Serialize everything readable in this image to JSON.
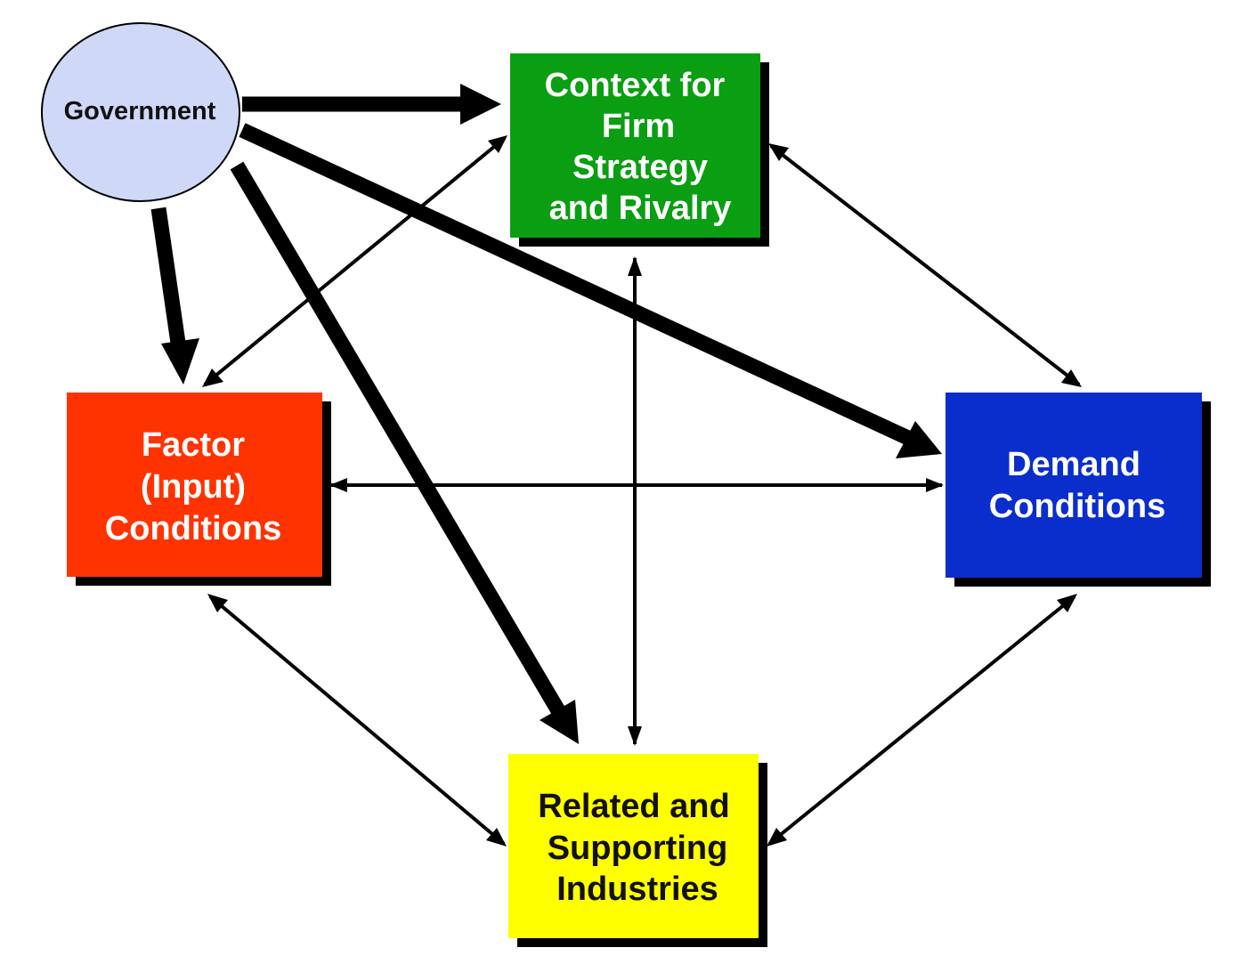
{
  "nodes": {
    "government": {
      "label": "Government",
      "fill": "#d0d8f8",
      "text_color": "#111111"
    },
    "context": {
      "lines": [
        "Context for",
        "Firm",
        "Strategy",
        "and Rivalry"
      ],
      "fill": "#0a9e12",
      "text_color": "#ffffff"
    },
    "factor": {
      "lines": [
        "Factor",
        "(Input)",
        "Conditions"
      ],
      "fill": "#ff3300",
      "text_color": "#ffffff"
    },
    "demand": {
      "lines": [
        "Demand",
        "Conditions"
      ],
      "fill": "#0a2ecc",
      "text_color": "#ffffff"
    },
    "related": {
      "lines": [
        "Related and",
        "Supporting",
        "Industries"
      ],
      "fill": "#ffff00",
      "text_color": "#111111"
    }
  },
  "edges": [
    {
      "from": "government",
      "to": "context",
      "style": "thick",
      "direction": "one-way"
    },
    {
      "from": "government",
      "to": "factor",
      "style": "thick",
      "direction": "one-way"
    },
    {
      "from": "government",
      "to": "related",
      "style": "thick",
      "direction": "one-way"
    },
    {
      "from": "government",
      "to": "demand",
      "style": "thick",
      "direction": "one-way"
    },
    {
      "from": "factor",
      "to": "context",
      "style": "thin",
      "direction": "two-way"
    },
    {
      "from": "context",
      "to": "demand",
      "style": "thin",
      "direction": "two-way"
    },
    {
      "from": "factor",
      "to": "demand",
      "style": "thin",
      "direction": "two-way"
    },
    {
      "from": "context",
      "to": "related",
      "style": "thin",
      "direction": "two-way"
    },
    {
      "from": "factor",
      "to": "related",
      "style": "thin",
      "direction": "two-way"
    },
    {
      "from": "demand",
      "to": "related",
      "style": "thin",
      "direction": "two-way"
    }
  ],
  "colors": {
    "shadow": "#000000",
    "arrow": "#000000",
    "background": "#ffffff"
  }
}
